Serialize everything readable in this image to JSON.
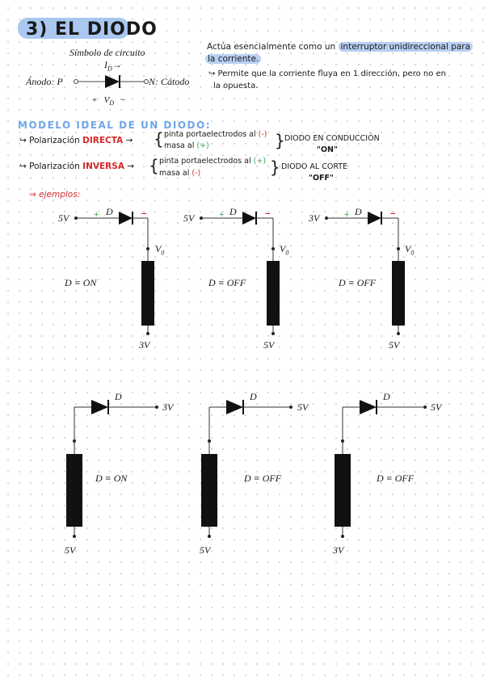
{
  "page": {
    "width": 599,
    "height": 848
  },
  "title": "3) EL DIODO",
  "symbol": {
    "caption": "Símbolo de circuito",
    "current": "I",
    "current_sub": "D",
    "current_arrow": "→",
    "anode": "Ánodo:",
    "anode_letter": "P",
    "cathode_letter": "N:",
    "cathode": "Cátodo",
    "plus": "+",
    "voltage": "V",
    "voltage_sub": "D",
    "minus": "−"
  },
  "description": {
    "line1_a": "Actúa esencialmente como un",
    "line1_hl": "interruptor unidireccional para",
    "line2_hl": "la corriente.",
    "line3": "↪ Permite que la corriente fluya en 1 dirección, pero no en",
    "line4": "la opuesta."
  },
  "ideal_model": {
    "heading": "MODELO IDEAL DE UN DIODO:",
    "direct": {
      "prefix": "↪ Polarización",
      "word": "DIRECTA",
      "arrow": "→",
      "line_a_pre": "pinta portaelectrodos al",
      "line_a_sign": "(-)",
      "line_b_pre": "masa al",
      "line_b_sign": "(+)",
      "result1": "DIODO EN CONDUCCIÓN",
      "result2": "\"ON\""
    },
    "inverse": {
      "prefix": "↪ Polarización",
      "word": "INVERSA",
      "arrow": "→",
      "line_a_pre": "pinta portaelectrodos al",
      "line_a_sign": "(+)",
      "line_b_pre": "masa al",
      "line_b_sign": "(-)",
      "result1": "DIODO AL CORTE",
      "result2": "\"OFF\""
    }
  },
  "examples_label": "⇒ ejemplos:",
  "colors": {
    "red": "#d62828",
    "green": "#3aa84a",
    "blue_hl": "#b7d0f2",
    "heading_blue": "#6fa6e8"
  },
  "examples_row1": [
    {
      "left_v": "5V",
      "diode": "D",
      "plus": "+",
      "minus": "−",
      "node": "V",
      "node_sub": "0",
      "state": "D ≡ ON",
      "bottom_v": "3V"
    },
    {
      "left_v": "5V",
      "diode": "D",
      "plus": "+",
      "minus": "−",
      "node": "V",
      "node_sub": "0",
      "state": "D ≡ OFF",
      "bottom_v": "5V"
    },
    {
      "left_v": "3V",
      "diode": "D",
      "plus": "+",
      "minus": "−",
      "node": "V",
      "node_sub": "0",
      "state": "D ≡ OFF",
      "bottom_v": "5V"
    }
  ],
  "examples_row2": [
    {
      "diode": "D",
      "right_v": "3V",
      "state": "D ≡ ON",
      "bottom_v": "5V"
    },
    {
      "diode": "D",
      "right_v": "5V",
      "state": "D ≡ OFF",
      "bottom_v": "5V"
    },
    {
      "diode": "D",
      "right_v": "5V",
      "state": "D ≡ OFF",
      "bottom_v": "3V"
    }
  ]
}
